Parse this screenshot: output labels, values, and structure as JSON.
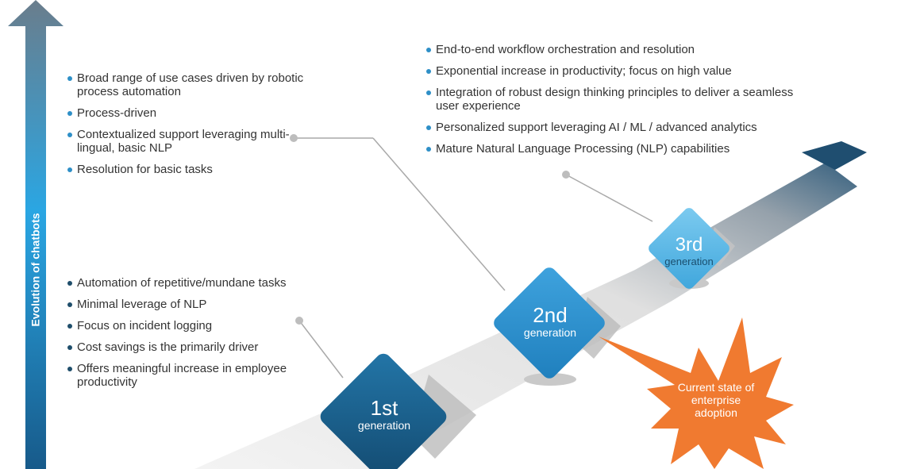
{
  "axis": {
    "label": "Evolution of chatbots"
  },
  "generations": [
    {
      "number": "1st",
      "word": "generation"
    },
    {
      "number": "2nd",
      "word": "generation"
    },
    {
      "number": "3rd",
      "word": "generation"
    }
  ],
  "lists": {
    "first": [
      "Automation of  repetitive/mundane tasks",
      "Minimal leverage of NLP",
      "Focus on incident logging",
      "Cost savings is the primarily driver",
      "Offers meaningful increase in employee productivity"
    ],
    "second": [
      "Broad range of use cases driven by robotic process automation",
      "Process-driven",
      "Contextualized support leveraging multi-lingual, basic NLP",
      "Resolution for basic tasks"
    ],
    "third": [
      "End-to-end workflow orchestration and resolution",
      "Exponential increase in productivity; focus on high value",
      "Integration of robust design thinking principles to deliver a seamless user experience",
      "Personalized support leveraging AI / ML / advanced analytics",
      "Mature Natural Language Processing (NLP) capabilities"
    ]
  },
  "callout": {
    "text": "Current state of enterprise adoption"
  },
  "colors": {
    "axis_top": "#5a6f80",
    "axis_mid": "#2aa6e3",
    "axis_bottom": "#1a5f8f",
    "gen1": "#1b5e8a",
    "gen2": "#2b8fd0",
    "gen3": "#5ab8e8",
    "callout": "#f07a30",
    "road": "#e4e4e4"
  }
}
